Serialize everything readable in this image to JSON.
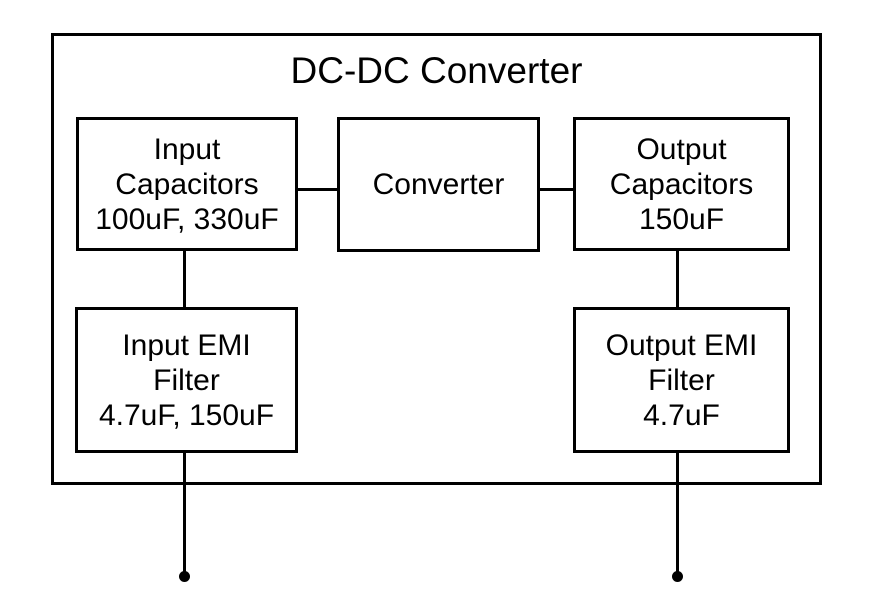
{
  "diagram": {
    "title": "DC-DC Converter",
    "colors": {
      "line": "#000000",
      "background": "#ffffff",
      "text": "#000000"
    },
    "blocks": {
      "input_capacitors": "Input\nCapacitors\n100uF, 330uF",
      "converter": "Converter",
      "output_capacitors": "Output\nCapacitors\n150uF",
      "input_emi_filter": "Input EMI\nFilter\n4.7uF, 150uF",
      "output_emi_filter": "Output EMI\nFilter\n4.7uF"
    },
    "terminals": {
      "input": "input-terminal",
      "output": "output-terminal"
    }
  }
}
